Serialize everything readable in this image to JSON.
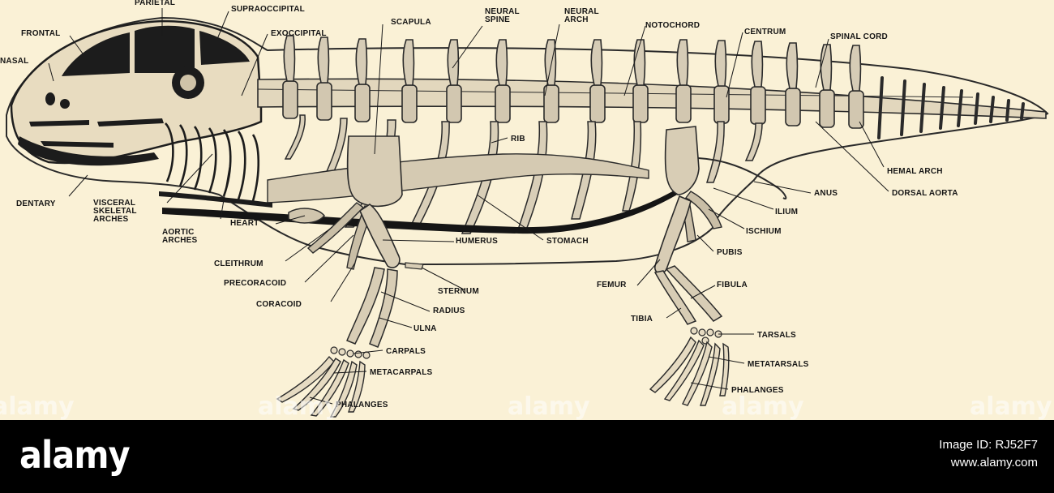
{
  "labels": {
    "parietal": "PARIETAL",
    "supraoccipital": "SUPRAOCCIPITAL",
    "frontal": "FRONTAL",
    "exoccipital": "EXOCCIPITAL",
    "nasal": "NASAL",
    "scapula": "SCAPULA",
    "neural_spine": "NEURAL\nSPINE",
    "neural_arch": "NEURAL\nARCH",
    "notochord": "NOTOCHORD",
    "centrum": "CENTRUM",
    "spinal_cord": "SPINAL CORD",
    "rib": "RIB",
    "hemal_arch": "HEMAL ARCH",
    "dorsal_aorta": "DORSAL AORTA",
    "anus": "ANUS",
    "ilium": "ILIUM",
    "ischium": "ISCHIUM",
    "pubis": "PUBIS",
    "dentary": "DENTARY",
    "visceral_skeletal_arches": "VISCERAL\nSKELETAL\nARCHES",
    "aortic_arches": "AORTIC\nARCHES",
    "heart": "HEART",
    "humerus": "HUMERUS",
    "stomach": "STOMACH",
    "cleithrum": "CLEITHRUM",
    "precoracoid": "PRECORACOID",
    "coracoid": "CORACOID",
    "sternum": "STERNUM",
    "radius": "RADIUS",
    "ulna": "ULNA",
    "carpals": "CARPALS",
    "metacarpals": "METACARPALS",
    "phalanges_front": "PHALANGES",
    "femur": "FEMUR",
    "fibula": "FIBULA",
    "tibia": "TIBIA",
    "tarsals": "TARSALS",
    "metatarsals": "METATARSALS",
    "phalanges_hind": "PHALANGES"
  },
  "watermark": {
    "text": "alamy"
  },
  "footer": {
    "brand": "alamy",
    "image_id": "Image ID: RJ52F7",
    "site": "www.alamy.com"
  }
}
